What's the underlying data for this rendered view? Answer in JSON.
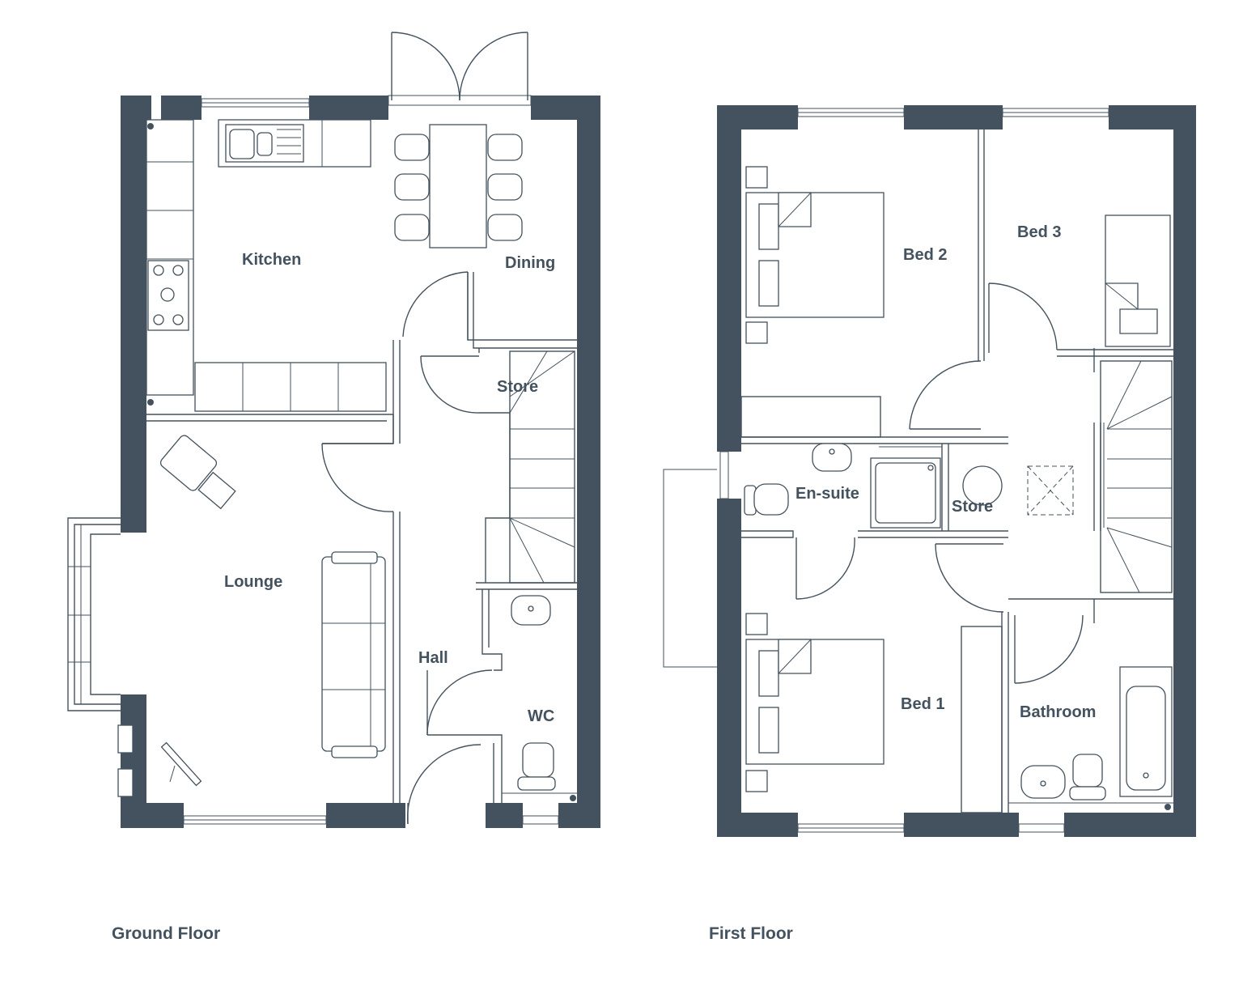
{
  "colors": {
    "wall": "#43525e",
    "background": "#ffffff"
  },
  "floors": [
    {
      "label": "Ground Floor",
      "rooms": {
        "kitchen": "Kitchen",
        "dining": "Dining",
        "store": "Store",
        "lounge": "Lounge",
        "hall": "Hall",
        "wc": "WC"
      }
    },
    {
      "label": "First Floor",
      "rooms": {
        "bed2": "Bed 2",
        "bed3": "Bed 3",
        "ensuite": "En-suite",
        "store": "Store",
        "bed1": "Bed 1",
        "bathroom": "Bathroom"
      }
    }
  ],
  "icons": [
    "sink-icon",
    "hob-icon",
    "dining-table-icon",
    "sofa-icon",
    "armchair-icon",
    "stairs-icon",
    "toilet-icon",
    "basin-icon",
    "bed-icon",
    "shower-icon",
    "bath-icon",
    "cylinder-icon",
    "loft-hatch-icon"
  ]
}
